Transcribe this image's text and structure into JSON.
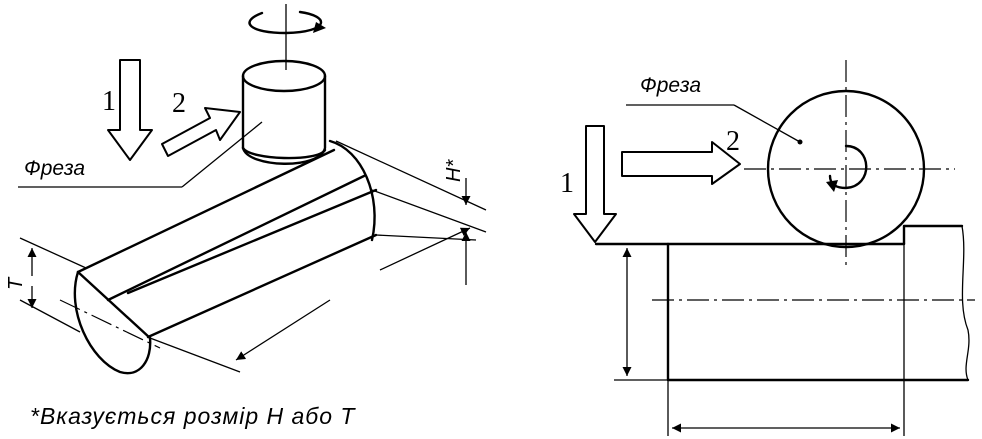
{
  "left_view": {
    "arrow1_label": "1",
    "arrow2_label": "2",
    "tool_label": "Фреза",
    "dim_h_label": "H*",
    "dim_t_label": "T"
  },
  "right_view": {
    "arrow1_label": "1",
    "arrow2_label": "2",
    "tool_label": "Фреза"
  },
  "footnote": "*Вказується розмір H або T"
}
